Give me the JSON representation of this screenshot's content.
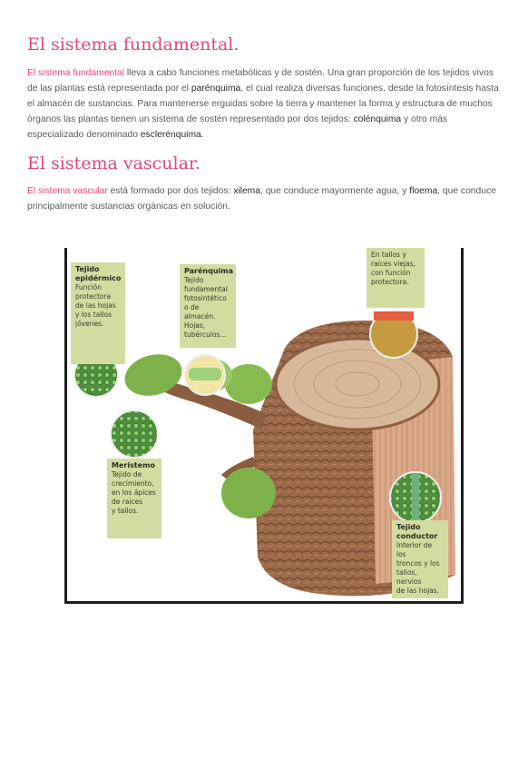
{
  "section1": {
    "heading": "El sistema fundamental.",
    "p_link": "El sistema fundamental",
    "p_text1": " lleva a cabo funciones metabólicas y de sostén. Una gran proporción de los tejidos vivos de las plantas está representada por el ",
    "p_term1": "parénquima",
    "p_text2": ", el cual realiza diversas funciones, desde la fotosíntesis  hasta el almacén de sustancias. Para mantenerse erguidas sobre la tierra y mantener la forma y estructura de muchos órganos las plantas tienen un sistema de sostén representado por dos tejidos: ",
    "p_term2": "colénquima",
    "p_text3": " y otro más especializado denominado ",
    "p_term3": "esclerénquima",
    "p_text4": "."
  },
  "section2": {
    "heading": "El sistema vascular.",
    "p_link": " El sistema vascular",
    "p_text1": " está formado por dos tejidos: ",
    "p_term1": "xilema",
    "p_text2": ", que conduce  mayormente agua, y ",
    "p_term2": "floema",
    "p_text3": ", que conduce principalmente sustancias orgánicas en solución."
  },
  "figure": {
    "epidermico": {
      "title1": "Tejido",
      "title2": "epidérmico",
      "lines": [
        "Función",
        "protectora",
        "de las hojas",
        "y los tallos",
        "jóvenes."
      ]
    },
    "parenquima": {
      "title1": "Parénquima",
      "lines": [
        "Tejido",
        "fundamental",
        "fotosintético",
        "o de almacén.",
        "Hojas,",
        "tubérculos..."
      ]
    },
    "protector": {
      "lines": [
        "En tallos y",
        "raíces viejas,",
        "con función",
        "protectora."
      ]
    },
    "meristemo": {
      "title1": "Meristemo",
      "lines": [
        "Tejido de",
        "crecimiento,",
        "en los ápices",
        "de raíces",
        "y tallos."
      ]
    },
    "conductor": {
      "title1": "Tejido",
      "title2": "conductor",
      "lines": [
        "Interior de los",
        "troncos y los",
        "tallos, nervios",
        "de las hojas."
      ]
    }
  },
  "colors": {
    "accent": "#e0467c",
    "label_bg": "#d3dca0",
    "bark": "#9b6a4a",
    "wood": "#d9a98a",
    "leaf": "#7fb14a"
  }
}
